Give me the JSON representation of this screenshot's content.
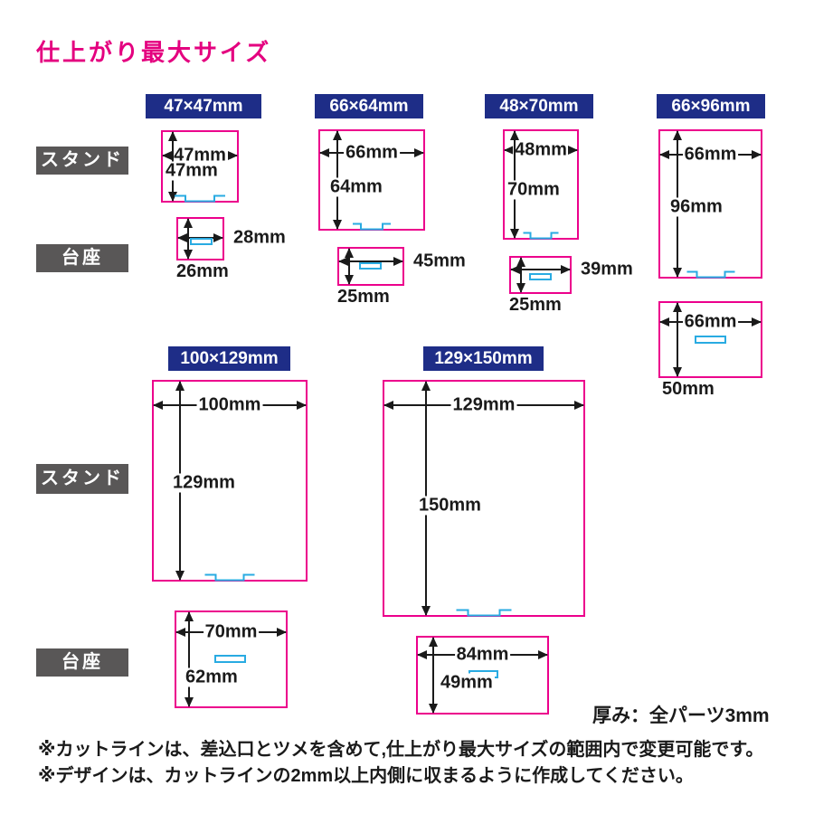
{
  "title": "仕上がり最大サイズ",
  "row_labels": {
    "stand": "スタンド",
    "base": "台座"
  },
  "units": [
    {
      "badge": "47×47mm",
      "stand_w": "47mm",
      "stand_h": "47mm",
      "base_w": "28mm",
      "base_h": "26mm"
    },
    {
      "badge": "66×64mm",
      "stand_w": "66mm",
      "stand_h": "64mm",
      "base_w": "45mm",
      "base_h": "25mm"
    },
    {
      "badge": "48×70mm",
      "stand_w": "48mm",
      "stand_h": "70mm",
      "base_w": "39mm",
      "base_h": "25mm"
    },
    {
      "badge": "66×96mm",
      "stand_w": "66mm",
      "stand_h": "96mm",
      "base_w": "66mm",
      "base_h": "50mm"
    },
    {
      "badge": "100×129mm",
      "stand_w": "100mm",
      "stand_h": "129mm",
      "base_w": "70mm",
      "base_h": "62mm"
    },
    {
      "badge": "129×150mm",
      "stand_w": "129mm",
      "stand_h": "150mm",
      "base_w": "84mm",
      "base_h": "49mm"
    }
  ],
  "thickness_note": "厚み：全パーツ3mm",
  "notes": [
    "※カットラインは、差込口とツメを含めて,仕上がり最大サイズの範囲内で変更可能です。",
    "※デザインは、カットラインの2mm以上内側に収まるように作成してください。"
  ],
  "colors": {
    "magenta": "#ec008c",
    "title_magenta": "#e4007f",
    "navy": "#1e2d87",
    "cutline_blue": "#29abe2",
    "label_gray": "#595757",
    "arrow_black": "#1a1a1a"
  }
}
